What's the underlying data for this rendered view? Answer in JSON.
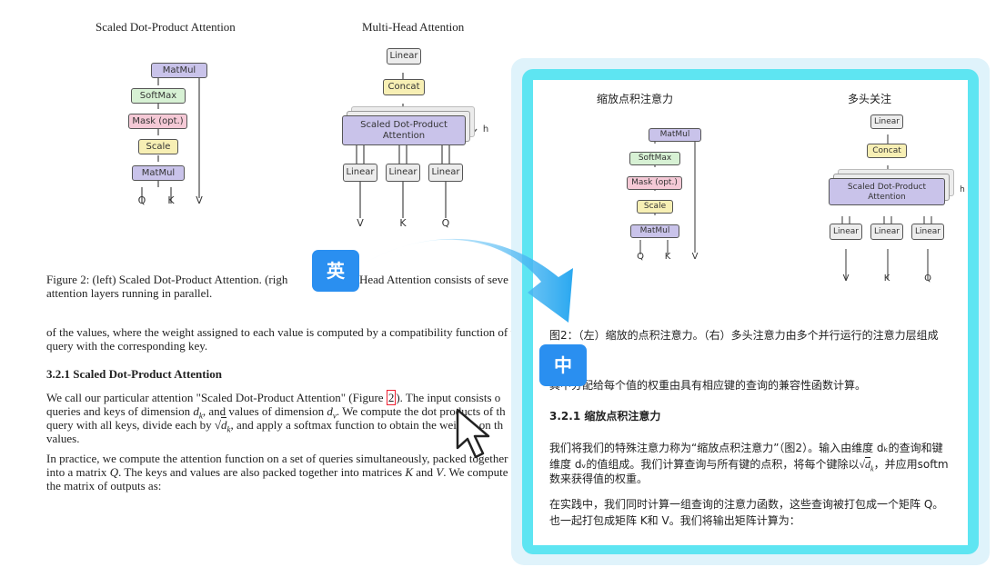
{
  "left_page": {
    "fig_title_left": "Scaled Dot-Product Attention",
    "fig_title_right": "Multi-Head Attention",
    "sdpa_blocks": [
      "MatMul",
      "SoftMax",
      "Mask (opt.)",
      "Scale",
      "MatMul"
    ],
    "sdpa_inputs": [
      "Q",
      "K",
      "V"
    ],
    "mha_blocks": {
      "linear_top": "Linear",
      "concat": "Concat",
      "sdpa": "Scaled Dot-Product Attention",
      "linear": "Linear",
      "h": "h"
    },
    "mha_inputs": [
      "V",
      "K",
      "Q"
    ],
    "caption_line1": "Figure 2:  (left) Scaled Dot-Product Attention.  (righ",
    "caption_line1_rest": "Head Attention consists of seve",
    "caption_line2": "attention layers running in parallel.",
    "para1_line1": "of the values, where the weight assigned to each value is computed by a compatibility function of th",
    "para1_line2": "query with the corresponding key.",
    "section_heading": "3.2.1    Scaled Dot-Product Attention",
    "para2_line1_a": "We call our particular attention \"Scaled Dot-Product Attention\" (Figure ",
    "para2_figref": "2",
    "para2_line1_b": ").  The input consists o",
    "para2_line2_a": "queries and keys of dimension ",
    "para2_dk": "d",
    "para2_dk_sub": "k",
    "para2_line2_b": ", and values of dimension ",
    "para2_dv": "d",
    "para2_dv_sub": "v",
    "para2_line2_c": ". We compute the dot products of th",
    "para2_line3_a": "query with all keys, divide each by ",
    "para2_line3_b": ", and apply a softmax function to obtain the weights on th",
    "para2_line4": "values.",
    "para3_line1": "In practice, we compute the attention function on a set of queries simultaneously, packed together",
    "para3_line2_a": "into a matrix ",
    "para3_Q": "Q",
    "para3_line2_b": ". The keys and values are also packed together into matrices ",
    "para3_K": "K",
    "para3_line2_c": " and ",
    "para3_V": "V",
    "para3_line2_d": ". We compute",
    "para3_line3": "the matrix of outputs as:"
  },
  "badges": {
    "english": "英",
    "chinese": "中"
  },
  "right_panel": {
    "fig_title_left": "缩放点积注意力",
    "fig_title_right": "多头关注",
    "sdpa_blocks": [
      "MatMul",
      "SoftMax",
      "Mask (opt.)",
      "Scale",
      "MatMul"
    ],
    "sdpa_inputs": [
      "Q",
      "K",
      "V"
    ],
    "mha_blocks": {
      "linear_top": "Linear",
      "concat": "Concat",
      "sdpa": "Scaled Dot-Product Attention",
      "linear": "Linear",
      "h": "h"
    },
    "mha_inputs": [
      "V",
      "K",
      "Q"
    ],
    "caption": "图2：（左）缩放的点积注意力。（右）多头注意力由多个并行运行的注意力层组成",
    "para1": "其中分配给每个值的权重由具有相应键的查询的兼容性函数计算。",
    "section_heading": "3.2.1  缩放点积注意力",
    "para2_line1": "我们将我们的特殊注意力称为“缩放点积注意力”（图2）。输入由维度 dₖ的查询和键",
    "para2_line2_a": "维度 dᵥ的值组成。我们计算查询与所有键的点积，将每个键除以",
    "para2_line2_b": "，并应用softm",
    "para2_line3": "数来获得值的权重。",
    "para3_line1": "在实践中，我们同时计算一组查询的注意力函数，这些查询被打包成一个矩阵 Q。",
    "para3_line2": "也一起打包成矩阵 K和 V。我们将输出矩阵计算为："
  },
  "colors": {
    "matmul": "#c9c3ea",
    "softmax": "#d7f1d4",
    "mask": "#f5c9d6",
    "scale": "#f7efb4",
    "linear": "#ececec",
    "concat": "#f7efb4",
    "sdpa": "#c9c3ea",
    "panel": "#5ee5f2",
    "badge": "#2a8ff0"
  }
}
